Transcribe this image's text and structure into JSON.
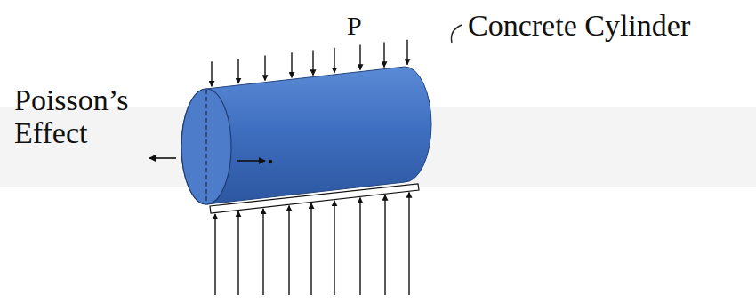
{
  "diagram": {
    "labels": [
      "P",
      "Concrete Cylinder",
      "Poisson’s Effect"
    ]
  }
}
